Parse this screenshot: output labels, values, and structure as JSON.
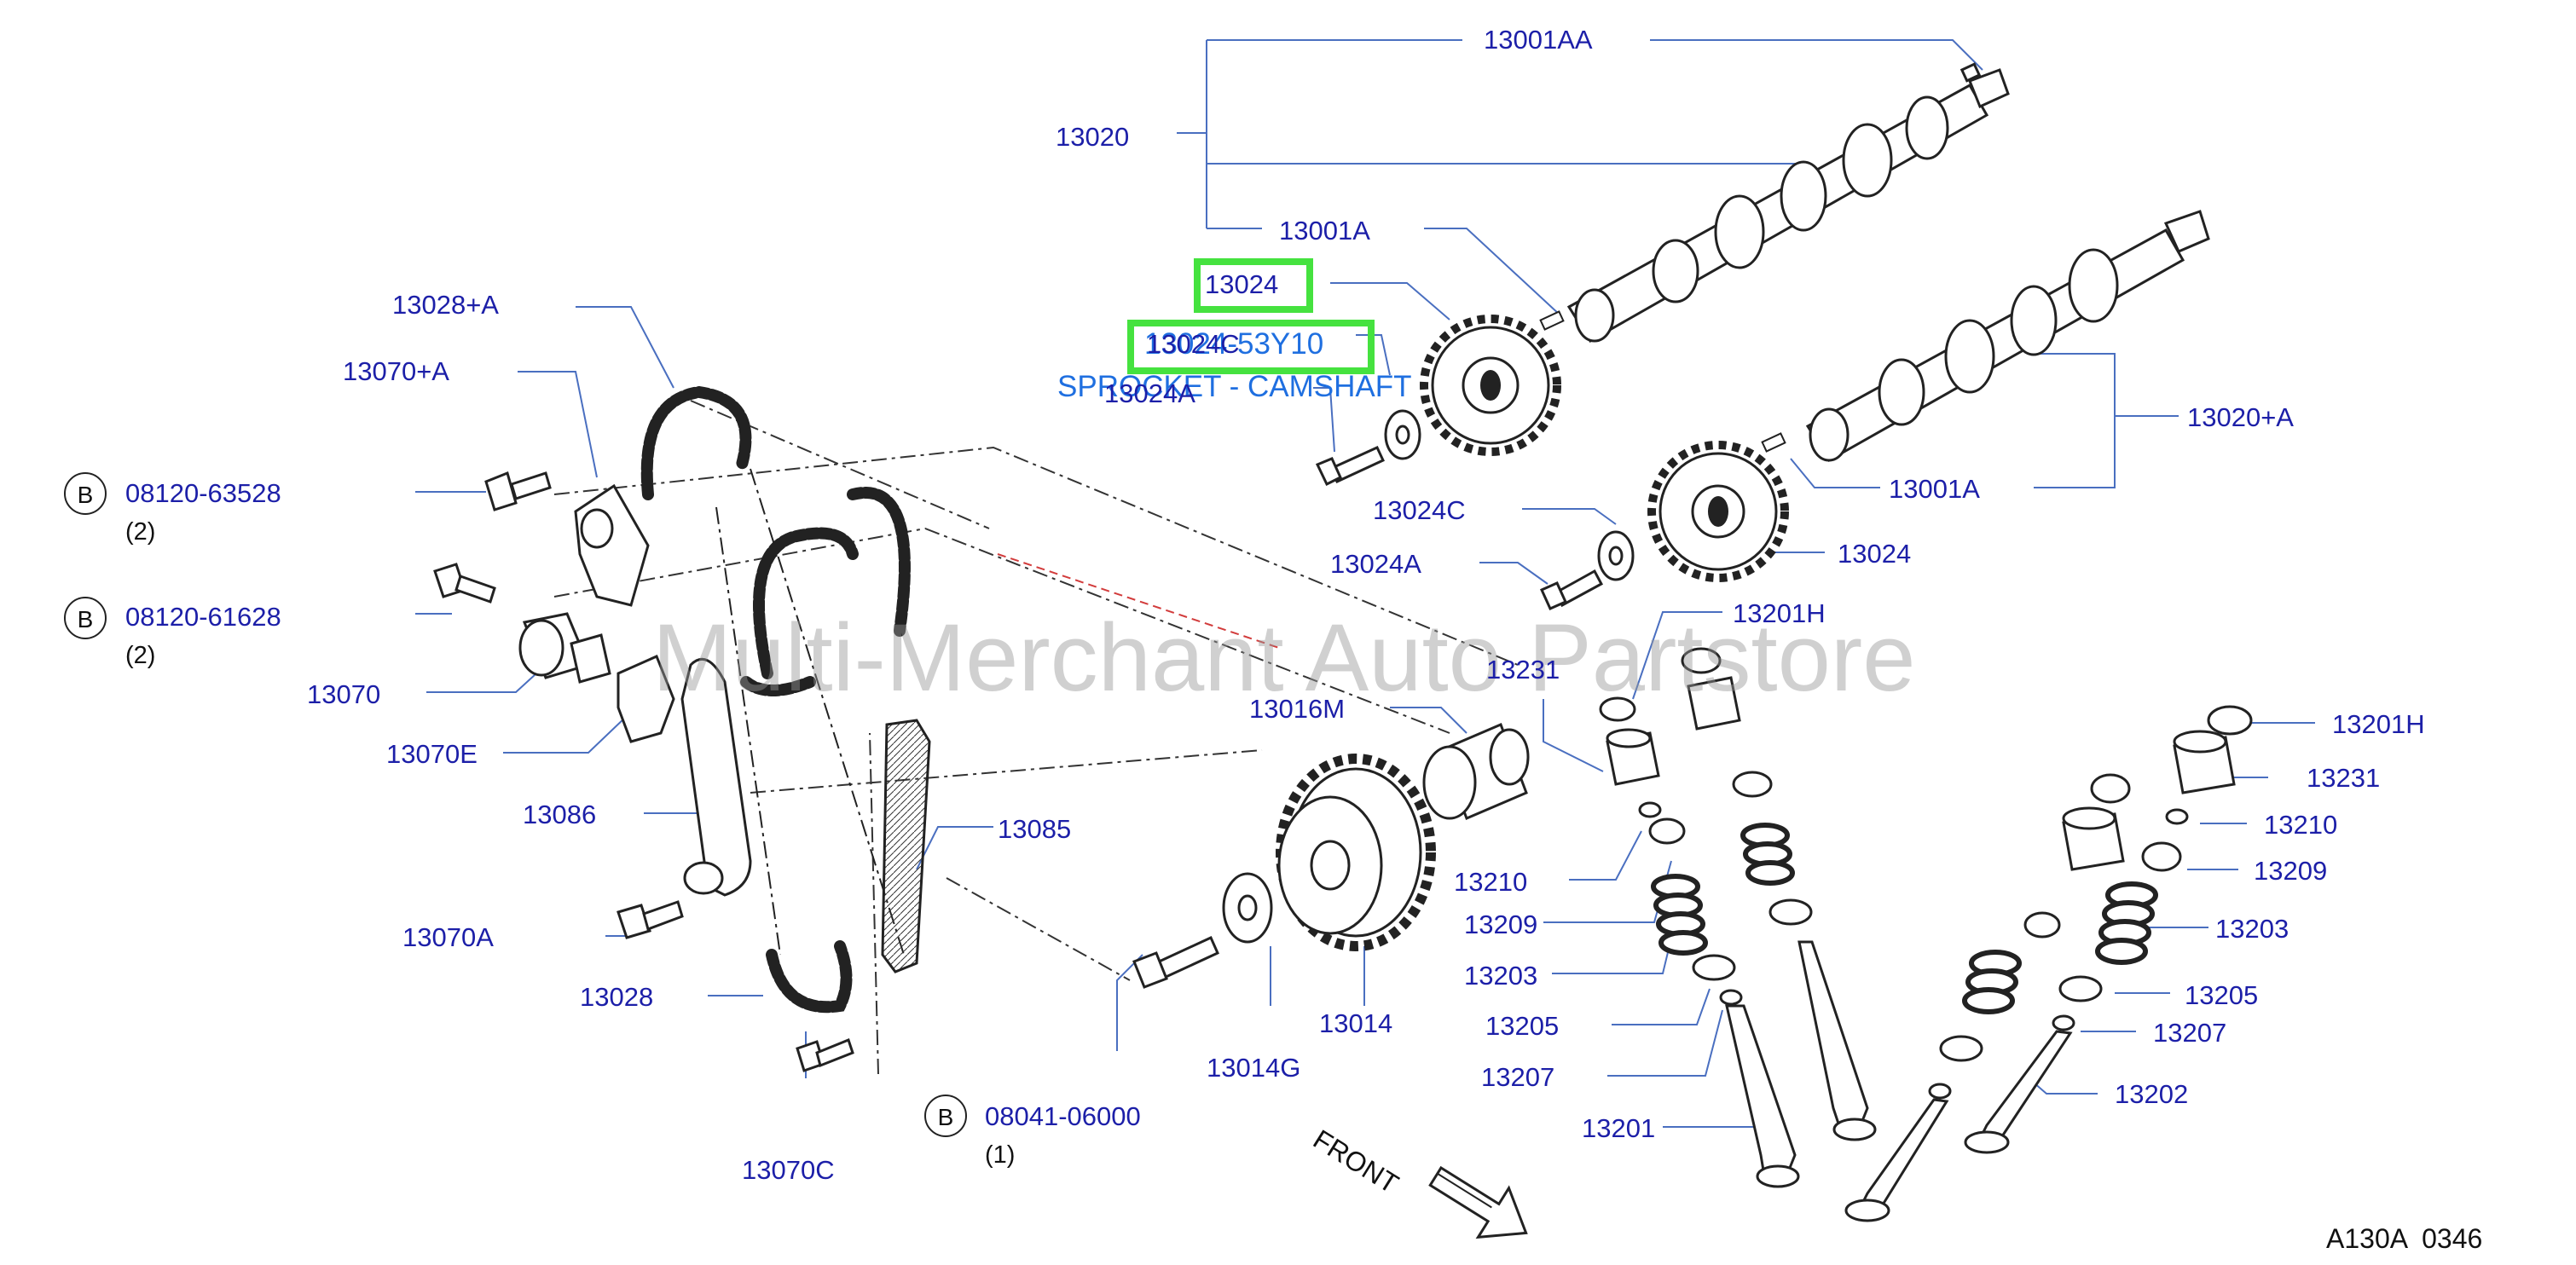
{
  "watermark": "Multi-Merchant Auto Partstore",
  "figure_code": "A130A  0346",
  "front_label": "FRONT",
  "tooltip": {
    "part_number": "13024-53Y10",
    "description": "SPROCKET - CAMSHAFT"
  },
  "highlighted_parts": [
    "13024",
    "13024C"
  ],
  "colors": {
    "label": "#1c1fa8",
    "highlight": "#45e23f",
    "tooltip": "#1f6fe0",
    "leader": "#4a6fc0"
  },
  "labels": [
    {
      "id": "p13001AA",
      "text": "13001AA"
    },
    {
      "id": "p13020",
      "text": "13020"
    },
    {
      "id": "p13001A_top",
      "text": "13001A"
    },
    {
      "id": "p13024_top",
      "text": "13024"
    },
    {
      "id": "p13024C_top",
      "text": "13024C"
    },
    {
      "id": "p13024A_top",
      "text": "13024A"
    },
    {
      "id": "p13028A",
      "text": "13028+A"
    },
    {
      "id": "p13070A_plus",
      "text": "13070+A"
    },
    {
      "id": "p08120_63528",
      "text": "08120-63528"
    },
    {
      "id": "p08120_61628",
      "text": "08120-61628"
    },
    {
      "id": "p13070",
      "text": "13070"
    },
    {
      "id": "p13070E",
      "text": "13070E"
    },
    {
      "id": "p13086",
      "text": "13086"
    },
    {
      "id": "p13070A",
      "text": "13070A"
    },
    {
      "id": "p13028",
      "text": "13028"
    },
    {
      "id": "p13070C",
      "text": "13070C"
    },
    {
      "id": "p08041_06000",
      "text": "08041-06000"
    },
    {
      "id": "p13085",
      "text": "13085"
    },
    {
      "id": "p13014G",
      "text": "13014G"
    },
    {
      "id": "p13014",
      "text": "13014"
    },
    {
      "id": "p13016M",
      "text": "13016M"
    },
    {
      "id": "p13020A",
      "text": "13020+A"
    },
    {
      "id": "p13001A_mid",
      "text": "13001A"
    },
    {
      "id": "p13024C_mid",
      "text": "13024C"
    },
    {
      "id": "p13024A_mid",
      "text": "13024A"
    },
    {
      "id": "p13024_mid",
      "text": "13024"
    },
    {
      "id": "p13201H_l",
      "text": "13201H"
    },
    {
      "id": "p13231_l",
      "text": "13231"
    },
    {
      "id": "p13210_l",
      "text": "13210"
    },
    {
      "id": "p13209_l",
      "text": "13209"
    },
    {
      "id": "p13203_l",
      "text": "13203"
    },
    {
      "id": "p13205_l",
      "text": "13205"
    },
    {
      "id": "p13207_l",
      "text": "13207"
    },
    {
      "id": "p13201",
      "text": "13201"
    },
    {
      "id": "p13201H_r",
      "text": "13201H"
    },
    {
      "id": "p13231_r",
      "text": "13231"
    },
    {
      "id": "p13210_r",
      "text": "13210"
    },
    {
      "id": "p13209_r",
      "text": "13209"
    },
    {
      "id": "p13203_r",
      "text": "13203"
    },
    {
      "id": "p13205_r",
      "text": "13205"
    },
    {
      "id": "p13207_r",
      "text": "13207"
    },
    {
      "id": "p13202",
      "text": "13202"
    }
  ],
  "quantities": {
    "q08120_63528": "(2)",
    "q08120_61628": "(2)",
    "q08041_06000": "(1)"
  },
  "circle_markers": {
    "b1": "B",
    "b2": "B",
    "b3": "B"
  }
}
